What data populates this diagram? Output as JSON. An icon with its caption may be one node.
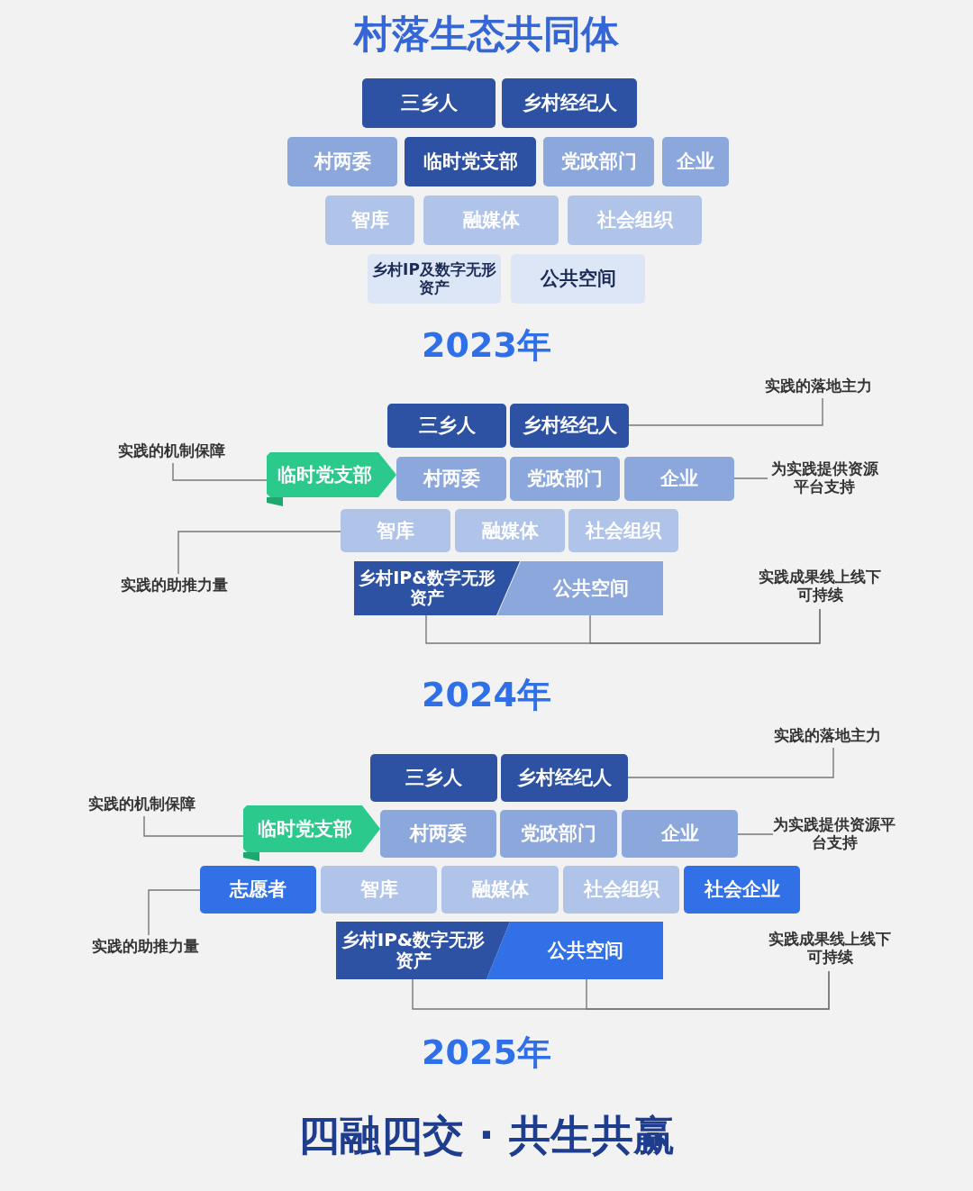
{
  "diagram": {
    "title": "村落生态共同体",
    "caption": "四融四交 · 共生共赢",
    "nodes": [
      {
        "text": [
          "三乡人"
        ]
      },
      {
        "text": [
          "乡村经纪人"
        ]
      },
      {
        "text": [
          "村两委"
        ]
      },
      {
        "text": [
          "临时党支部"
        ]
      },
      {
        "text": [
          "党政部门"
        ]
      },
      {
        "text": [
          "企业"
        ]
      },
      {
        "text": [
          "智库"
        ]
      },
      {
        "text": [
          "融媒体"
        ]
      },
      {
        "text": [
          "社会组织"
        ]
      },
      {
        "text": [
          "乡村IP及数字无形资产"
        ]
      },
      {
        "text": [
          "公共空间"
        ]
      },
      {
        "text": [
          "三乡人"
        ]
      },
      {
        "text": [
          "乡村经纪人"
        ]
      },
      {
        "text": [
          "临时党支部"
        ]
      },
      {
        "text": [
          "村两委"
        ]
      },
      {
        "text": [
          "党政部门"
        ]
      },
      {
        "text": [
          "企业"
        ]
      },
      {
        "text": [
          "智库"
        ]
      },
      {
        "text": [
          "融媒体"
        ]
      },
      {
        "text": [
          "社会组织"
        ]
      },
      {
        "text": [
          "乡村IP&数字无形资产"
        ]
      },
      {
        "text": [
          "公共空间"
        ]
      },
      {
        "text": [
          "实践的落地主力"
        ]
      },
      {
        "text": [
          "实践的机制保障"
        ]
      },
      {
        "text": [
          "为实践提供资源平台支持"
        ]
      },
      {
        "text": [
          "实践的助推力量"
        ]
      },
      {
        "text": [
          "实践成果线上线下可持续"
        ]
      },
      {
        "text": [
          "三乡人"
        ]
      },
      {
        "text": [
          "乡村经纪人"
        ]
      },
      {
        "text": [
          "临时党支部"
        ]
      },
      {
        "text": [
          "村两委"
        ]
      },
      {
        "text": [
          "党政部门"
        ]
      },
      {
        "text": [
          "企业"
        ]
      },
      {
        "text": [
          "志愿者"
        ]
      },
      {
        "text": [
          "智库"
        ]
      },
      {
        "text": [
          "融媒体"
        ]
      },
      {
        "text": [
          "社会组织"
        ]
      },
      {
        "text": [
          "社会企业"
        ]
      },
      {
        "text": [
          "乡村IP&数字无形资产"
        ]
      },
      {
        "text": [
          "公共空间"
        ]
      },
      {
        "text": [
          "实践的落地主力"
        ]
      },
      {
        "text": [
          "实践的机制保障"
        ]
      },
      {
        "text": [
          "为实践提供资源平台支持"
        ]
      },
      {
        "text": [
          "实践的助推力量"
        ]
      },
      {
        "text": [
          "实践成果线上线下可持续"
        ]
      }
    ],
    "edges": [
      {
        "from": 22,
        "to": 12,
        "arrow": "none"
      },
      {
        "from": 23,
        "to": 13,
        "arrow": "none"
      },
      {
        "from": 24,
        "to": 16,
        "arrow": "none"
      },
      {
        "from": 25,
        "to": 17,
        "arrow": "none"
      },
      {
        "from": 26,
        "to": 20,
        "arrow": "none"
      },
      {
        "from": 26,
        "to": 21,
        "arrow": "none"
      },
      {
        "from": 40,
        "to": 28,
        "arrow": "none"
      },
      {
        "from": 41,
        "to": 29,
        "arrow": "none"
      },
      {
        "from": 42,
        "to": 32,
        "arrow": "none"
      },
      {
        "from": 43,
        "to": 33,
        "arrow": "none"
      },
      {
        "from": 44,
        "to": 38,
        "arrow": "none"
      },
      {
        "from": 44,
        "to": 39,
        "arrow": "none"
      }
    ],
    "labels": [
      "2023年",
      "2024年",
      "2025年"
    ]
  }
}
